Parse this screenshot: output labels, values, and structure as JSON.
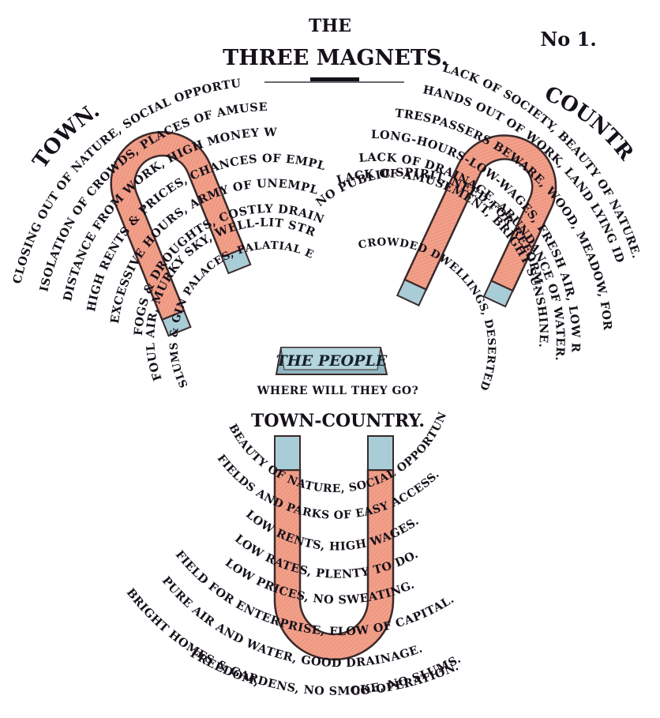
{
  "title": {
    "line1": "THE",
    "line2": "THREE MAGNETS.",
    "number": "No 1."
  },
  "town": {
    "heading": "TOWN.",
    "lines": [
      "CLOSING OUT OF NATURE, SOCIAL OPPORTUNITY,",
      "ISOLATION OF CROWDS, PLACES OF AMUSEMENT.",
      "DISTANCE FROM WORK, HIGH MONEY WAGES.",
      "HIGH RENTS & PRICES, CHANCES OF EMPLOYMENT.",
      "EXCESSIVE HOURS, ARMY OF UNEMPLOYED.",
      "FOGS & DROUGHTS, COSTLY DRAINAGE.",
      "FOUL AIR, MURKY SKY, WELL-LIT STREETS.",
      "SLUMS & GIN PALACES, PALATIAL EDIFICES."
    ]
  },
  "country": {
    "heading": "COUNTRY.",
    "lines": [
      "LACK OF SOCIETY, BEAUTY OF NATURE.",
      "HANDS OUT OF WORK, LAND LYING IDLE.",
      "TRESPASSERS BEWARE, WOOD, MEADOW, FOREST.",
      "LONG-HOURS-LOW-WAGES, FRESH AIR, LOW RENTS.",
      "LACK OF DRAINAGE, ABUNDANCE OF WATER.",
      "LACK OF AMUSEMENT, BRIGHT SUNSHINE.",
      "NO PUBLIC SPIRIT, NEED FOR REFORM.",
      "CROWDED DWELLINGS, DESERTED VILLAGES."
    ]
  },
  "people": {
    "label": "THE PEOPLE",
    "question": "WHERE WILL THEY GO?"
  },
  "town_country": {
    "heading": "TOWN-COUNTRY.",
    "lines": [
      "BEAUTY OF NATURE, SOCIAL OPPORTUNITY.",
      "FIELDS AND PARKS OF EASY ACCESS.",
      "LOW RENTS, HIGH WAGES.",
      "LOW RATES, PLENTY TO DO.",
      "LOW PRICES, NO SWEATING.",
      "FIELD FOR ENTERPRISE, FLOW OF CAPITAL.",
      "PURE AIR AND WATER, GOOD DRAINAGE.",
      "BRIGHT HOMES & GARDENS, NO SMOKE, NO SLUMS."
    ],
    "footer_left": "FREEDOM,",
    "footer_right": "CO-OPERATION."
  },
  "colors": {
    "magnet_fill": "#f2a08a",
    "magnet_edge": "#3a2a2a",
    "pole_fill": "#a9cdd6",
    "ink": "#15101a"
  }
}
